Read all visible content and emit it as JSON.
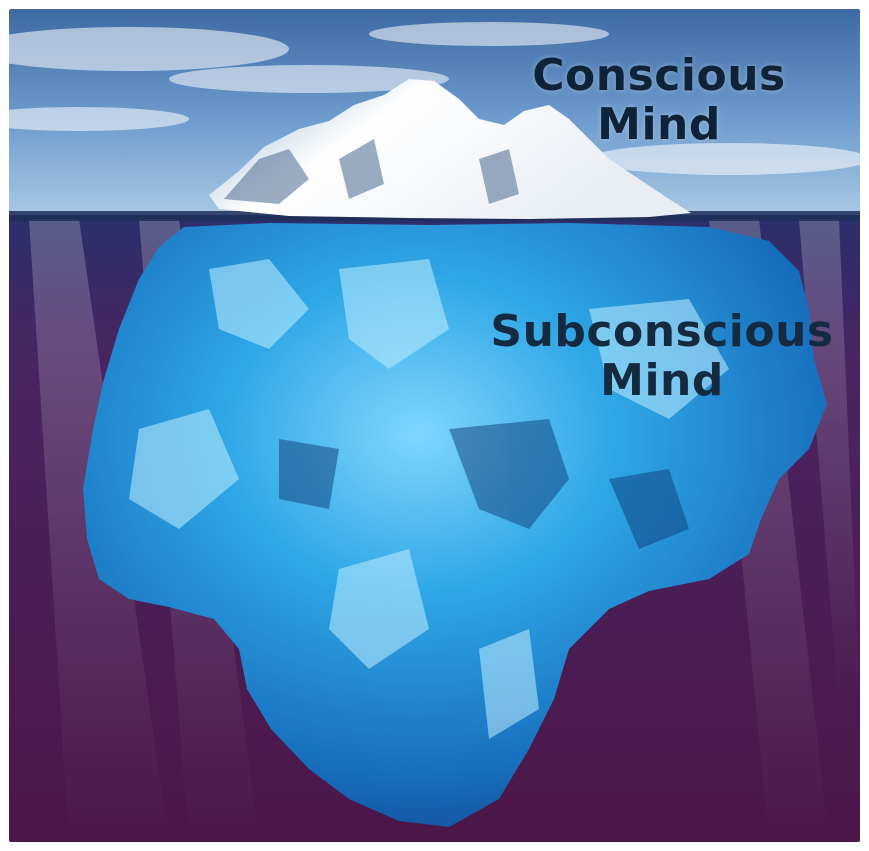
{
  "labels": {
    "conscious": {
      "line1": "Conscious",
      "line2": "Mind"
    },
    "subconscious": {
      "line1": "Subconscious",
      "line2": "Mind"
    }
  },
  "colors": {
    "sky_top": "#3f6fa8",
    "sky_bottom": "#8fb6dc",
    "surface_line": "#1e2e58",
    "deep_water": "#4a1a4f",
    "shallow_water": "#3a2a6e",
    "ice_above": "#f4f8fb",
    "ice_below": "#3fb2ea",
    "label_text": "#0f2338"
  }
}
